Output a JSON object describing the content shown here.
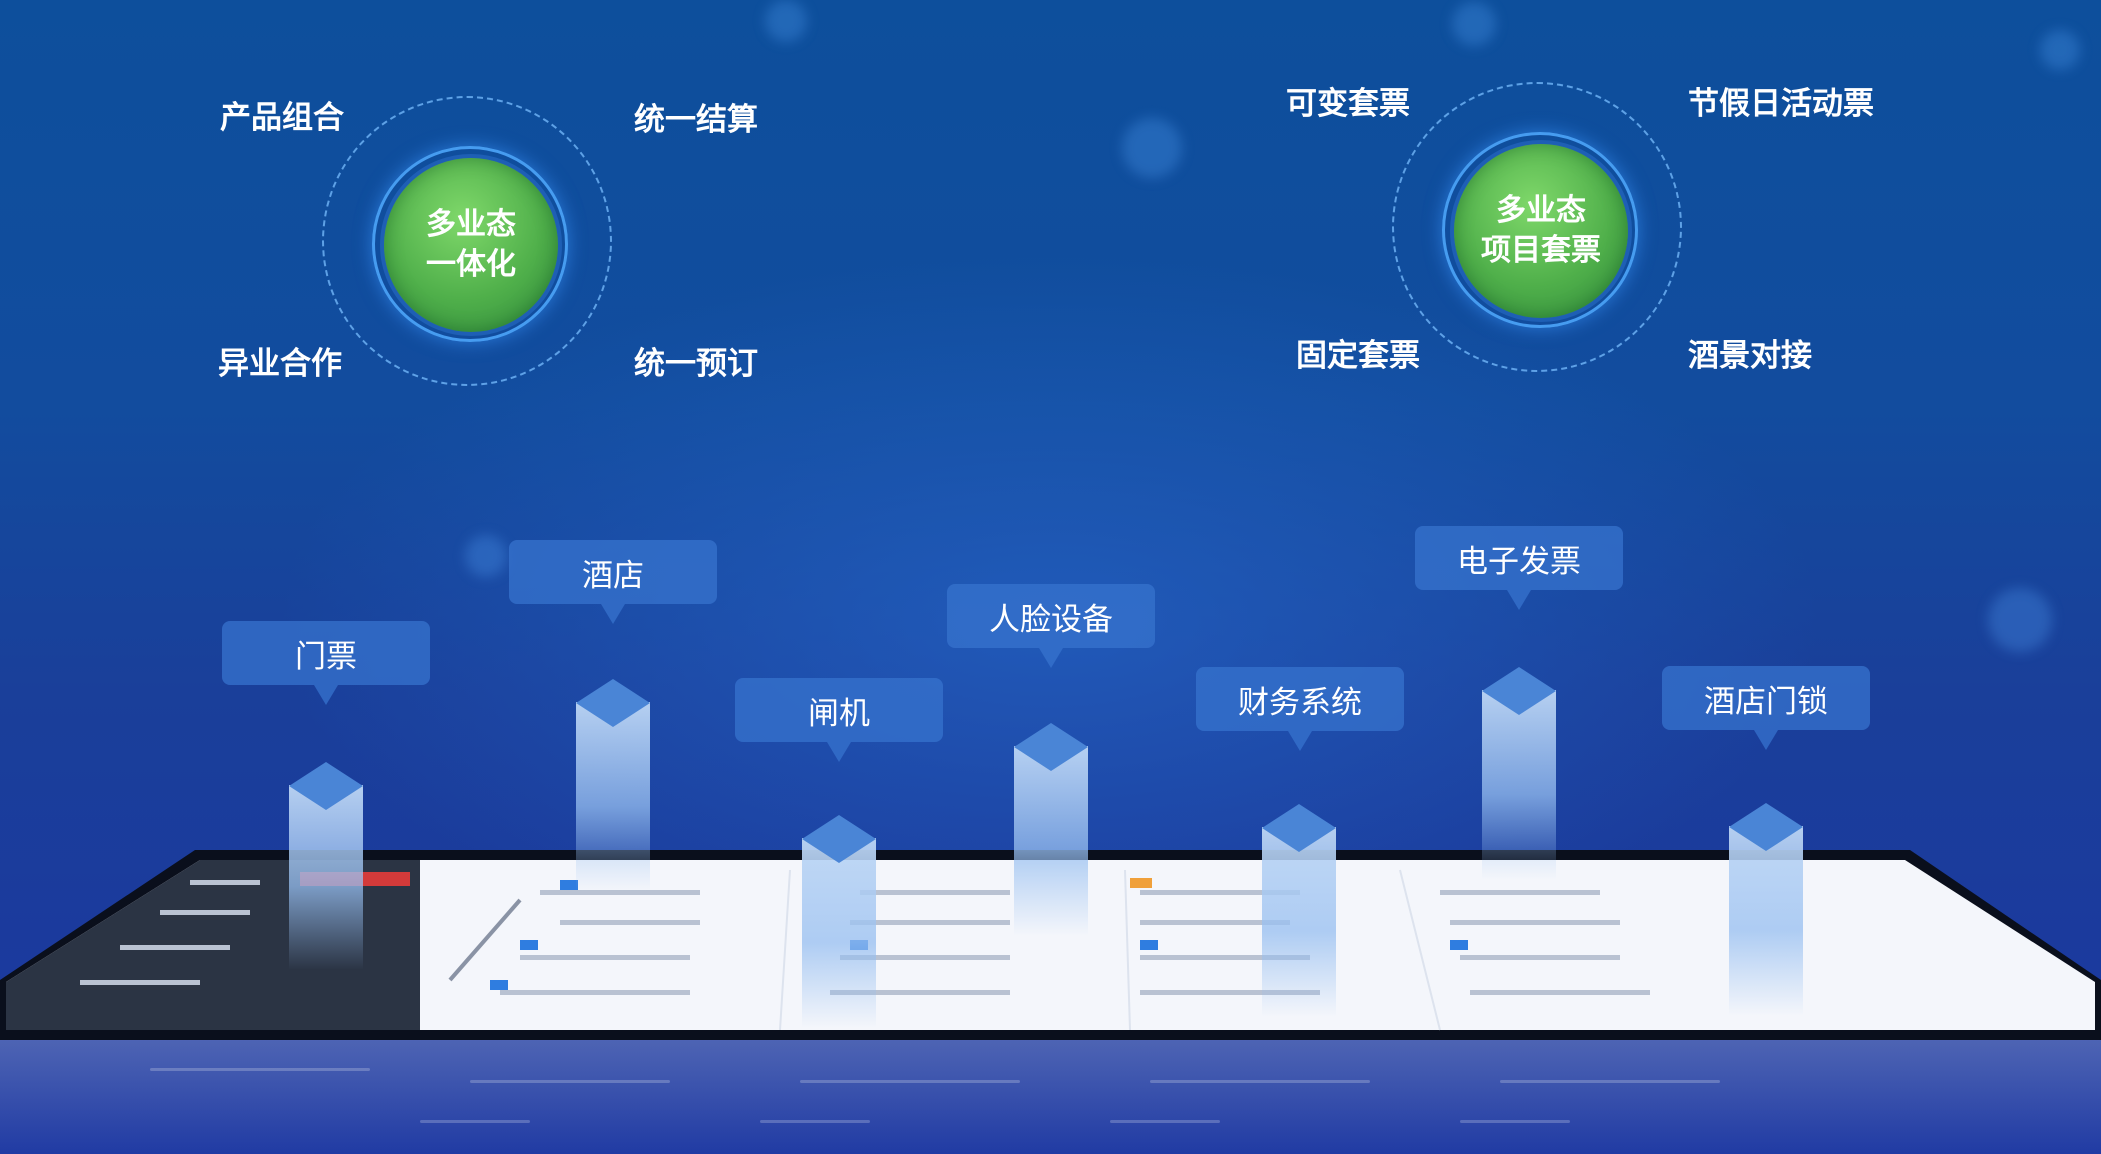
{
  "left_concept": {
    "core": [
      "多业态",
      "一体化"
    ],
    "labels": [
      "产品组合",
      "统一结算",
      "异业合作",
      "统一预订"
    ]
  },
  "right_concept": {
    "core": [
      "多业态",
      "项目套票"
    ],
    "labels": [
      "可变套票",
      "节假日活动票",
      "固定套票",
      "酒景对接"
    ]
  },
  "callouts": [
    "门票",
    "酒店",
    "闸机",
    "人脸设备",
    "财务系统",
    "电子发票",
    "酒店门锁"
  ],
  "colors": {
    "background_top": "#0d4f9c",
    "background_bottom": "#1c36a0",
    "core_green": "#4faf4a",
    "ring_blue": "#78beff",
    "callout_fill": "#3773cd"
  }
}
